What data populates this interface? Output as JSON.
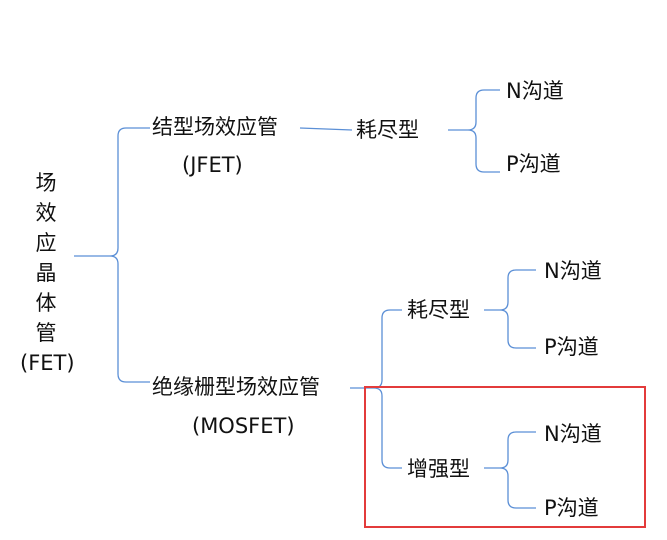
{
  "root": {
    "chars": [
      "场",
      "效",
      "应",
      "晶",
      "体",
      "管"
    ],
    "abbr": "(FET)"
  },
  "jfet": {
    "name": "结型场效应管",
    "abbr": "(JFET)",
    "mode": "耗尽型",
    "channels": [
      "N沟道",
      "P沟道"
    ]
  },
  "mosfet": {
    "name": "绝缘栅型场效应管",
    "abbr": "(MOSFET)",
    "depletion": {
      "mode": "耗尽型",
      "channels": [
        "N沟道",
        "P沟道"
      ]
    },
    "enhancement": {
      "mode": "增强型",
      "channels": [
        "N沟道",
        "P沟道"
      ]
    }
  },
  "colors": {
    "connector": "#5b8fd6",
    "highlight": "#e33b3b",
    "text": "#111111"
  }
}
